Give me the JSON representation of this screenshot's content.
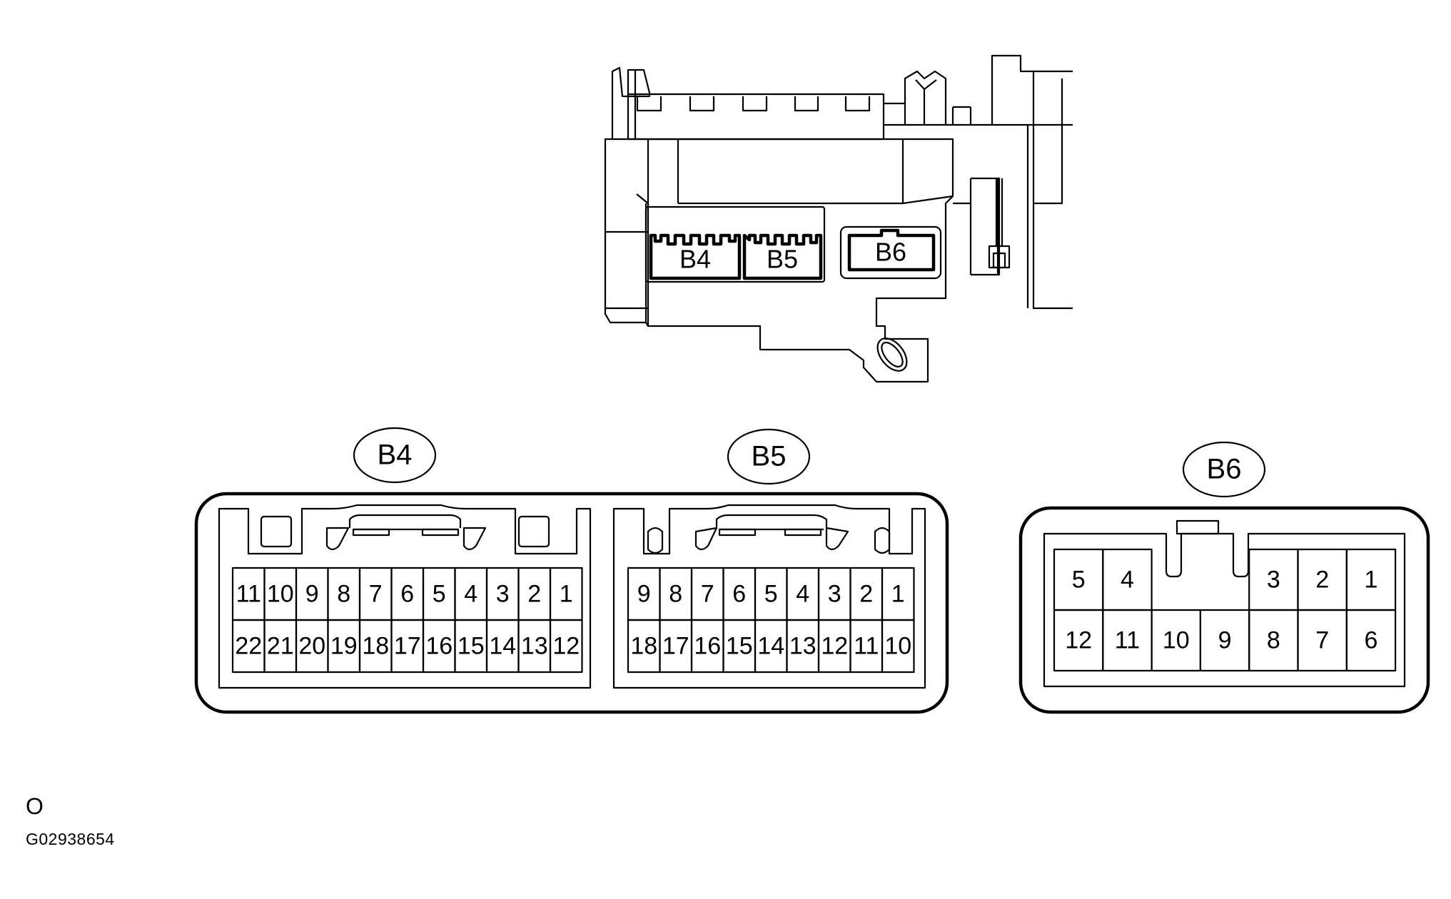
{
  "housing": {
    "labels": [
      "B4",
      "B5",
      "B6"
    ]
  },
  "connectors": {
    "b4": {
      "label": "B4",
      "top_row": [
        "11",
        "10",
        "9",
        "8",
        "7",
        "6",
        "5",
        "4",
        "3",
        "2",
        "1"
      ],
      "bottom_row": [
        "22",
        "21",
        "20",
        "19",
        "18",
        "17",
        "16",
        "15",
        "14",
        "13",
        "12"
      ]
    },
    "b5": {
      "label": "B5",
      "top_row": [
        "9",
        "8",
        "7",
        "6",
        "5",
        "4",
        "3",
        "2",
        "1"
      ],
      "bottom_row": [
        "18",
        "17",
        "16",
        "15",
        "14",
        "13",
        "12",
        "11",
        "10"
      ]
    },
    "b6": {
      "label": "B6",
      "top_row": [
        "5",
        "4",
        "",
        "",
        "3",
        "2",
        "1"
      ],
      "bottom_row": [
        "12",
        "11",
        "10",
        "9",
        "8",
        "7",
        "6"
      ]
    }
  },
  "footer": {
    "mark": "O",
    "figure_id": "G02938654"
  }
}
